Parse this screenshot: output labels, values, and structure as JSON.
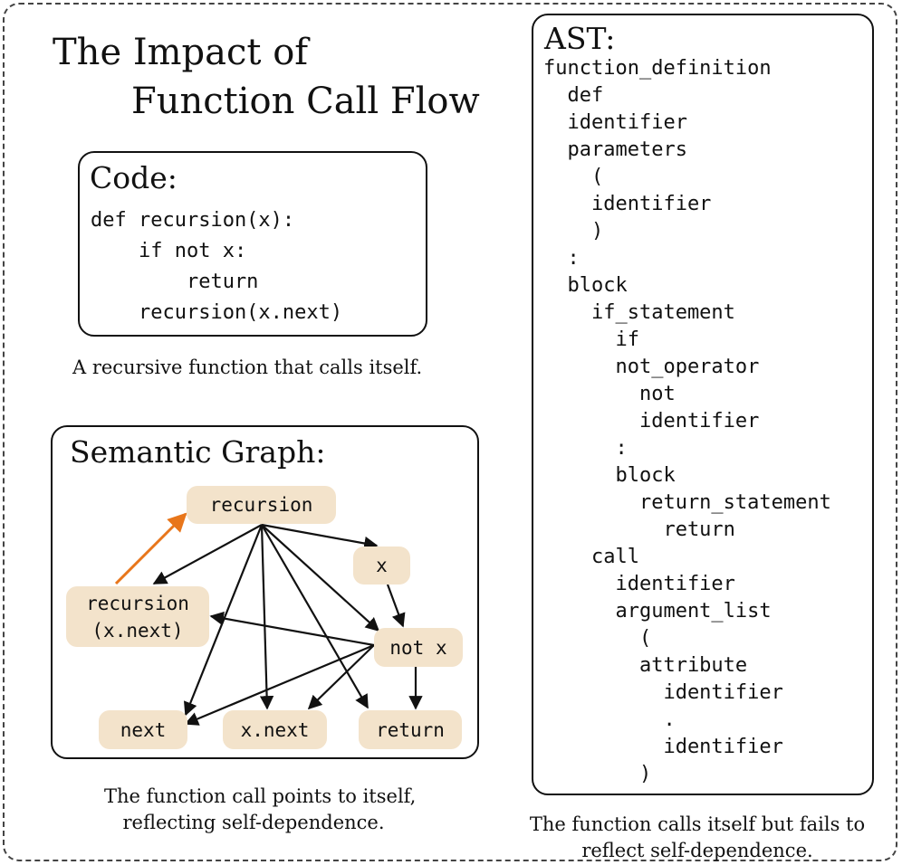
{
  "title": {
    "line1": "The Impact of",
    "line2": "Function Call Flow"
  },
  "code": {
    "heading": "Code:",
    "lines": [
      "def recursion(x):",
      "    if not x:",
      "        return",
      "    recursion(x.next)"
    ],
    "caption": "A recursive function that calls itself."
  },
  "graph": {
    "heading": "Semantic Graph:",
    "nodes": {
      "recursion": "recursion",
      "x": "x",
      "recursion_call": "recursion\n(x.next)",
      "not_x": "not x",
      "next": "next",
      "x_next": "x.next",
      "return": "return"
    },
    "edges": [
      {
        "from": "recursion",
        "to": "recursion_call"
      },
      {
        "from": "recursion",
        "to": "x"
      },
      {
        "from": "recursion",
        "to": "next"
      },
      {
        "from": "recursion",
        "to": "x_next"
      },
      {
        "from": "recursion",
        "to": "return"
      },
      {
        "from": "recursion",
        "to": "not_x"
      },
      {
        "from": "x",
        "to": "not_x"
      },
      {
        "from": "not_x",
        "to": "recursion_call"
      },
      {
        "from": "not_x",
        "to": "next"
      },
      {
        "from": "not_x",
        "to": "x_next"
      },
      {
        "from": "not_x",
        "to": "return"
      },
      {
        "from": "recursion_call",
        "to": "recursion",
        "highlight": true
      }
    ],
    "edge_color": "#111111",
    "highlight_color": "#e8761b",
    "node_fill": "#f3e3cb",
    "caption_line1": "The function call points to itself,",
    "caption_line2": "reflecting self-dependence."
  },
  "ast": {
    "heading": "AST:",
    "lines": [
      "function_definition",
      "  def",
      "  identifier",
      "  parameters",
      "    (",
      "    identifier",
      "    )",
      "  :",
      "  block",
      "    if_statement",
      "      if",
      "      not_operator",
      "        not",
      "        identifier",
      "      :",
      "      block",
      "        return_statement",
      "          return",
      "    call",
      "      identifier",
      "      argument_list",
      "        (",
      "        attribute",
      "          identifier",
      "          .",
      "          identifier",
      "        )"
    ],
    "caption_line1": "The function calls itself but fails to",
    "caption_line2": "reflect self-dependence."
  }
}
